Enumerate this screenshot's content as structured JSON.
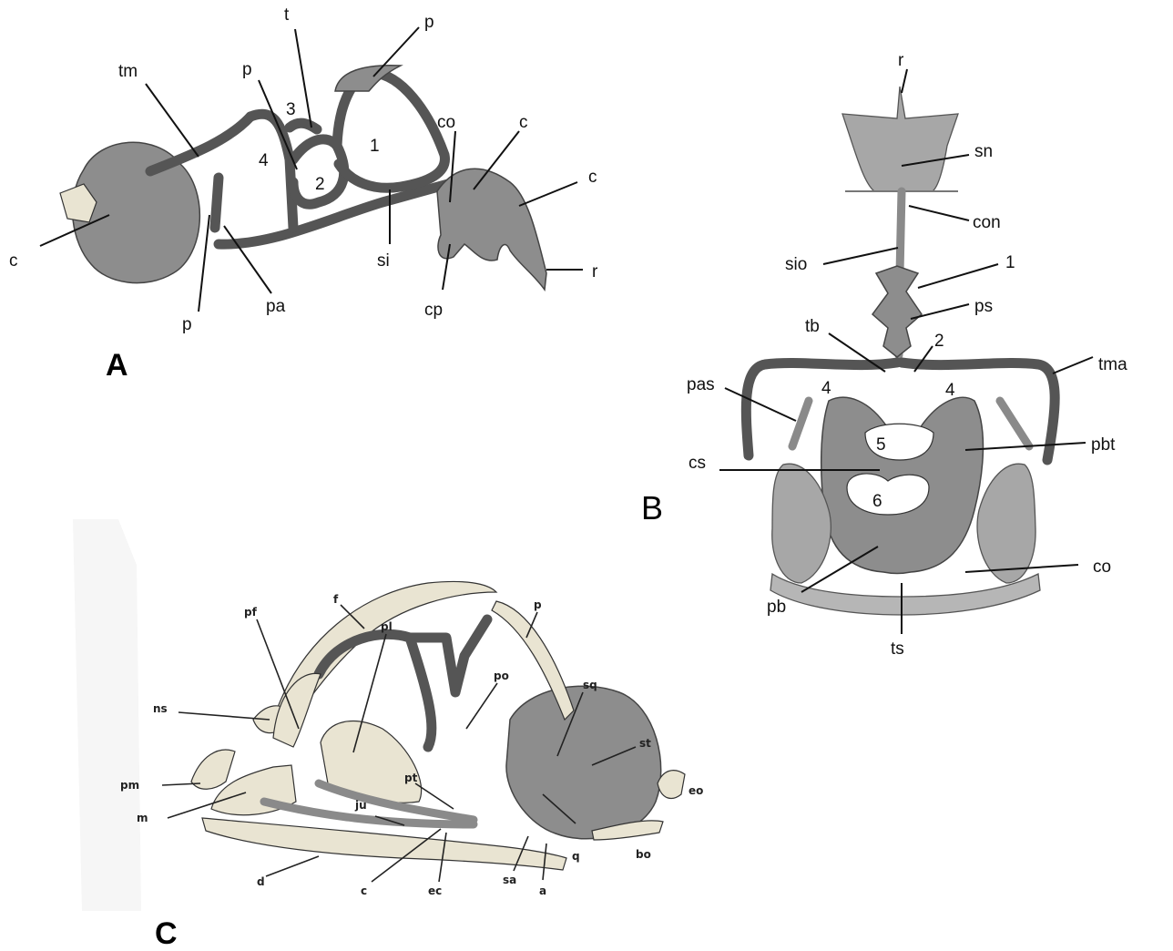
{
  "panel_a": {
    "letter": "A",
    "labels": {
      "tm": "tm",
      "t": "t",
      "p_top": "p",
      "p_mid": "p",
      "window_3": "3",
      "window_1": "1",
      "window_4": "4",
      "window_2": "2",
      "c_left": "c",
      "p_bottom": "p",
      "pa": "pa",
      "si": "si",
      "co": "co",
      "c_mid": "c",
      "c_right": "c",
      "r": "r",
      "cp": "cp"
    }
  },
  "panel_b": {
    "letter": "B",
    "labels": {
      "r": "r",
      "sn": "sn",
      "con": "con",
      "sio": "sio",
      "one": "1",
      "ps": "ps",
      "tb": "tb",
      "two": "2",
      "tma": "tma",
      "pas": "pas",
      "four_left": "4",
      "four_right": "4",
      "five": "5",
      "pbt": "pbt",
      "cs": "cs",
      "six": "6",
      "co": "co",
      "pb": "pb",
      "ts": "ts"
    }
  },
  "panel_c": {
    "letter": "C",
    "labels": {
      "f": "f",
      "p": "p",
      "pf": "pf",
      "pl": "pl",
      "po": "po",
      "sq": "sq",
      "st": "st",
      "ns": "ns",
      "pt": "pt",
      "pm": "pm",
      "eo": "eo",
      "ju": "ju",
      "m": "m",
      "q": "q",
      "bo": "bo",
      "d": "d",
      "c": "c",
      "ec": "ec",
      "sa": "sa",
      "a": "a"
    }
  }
}
